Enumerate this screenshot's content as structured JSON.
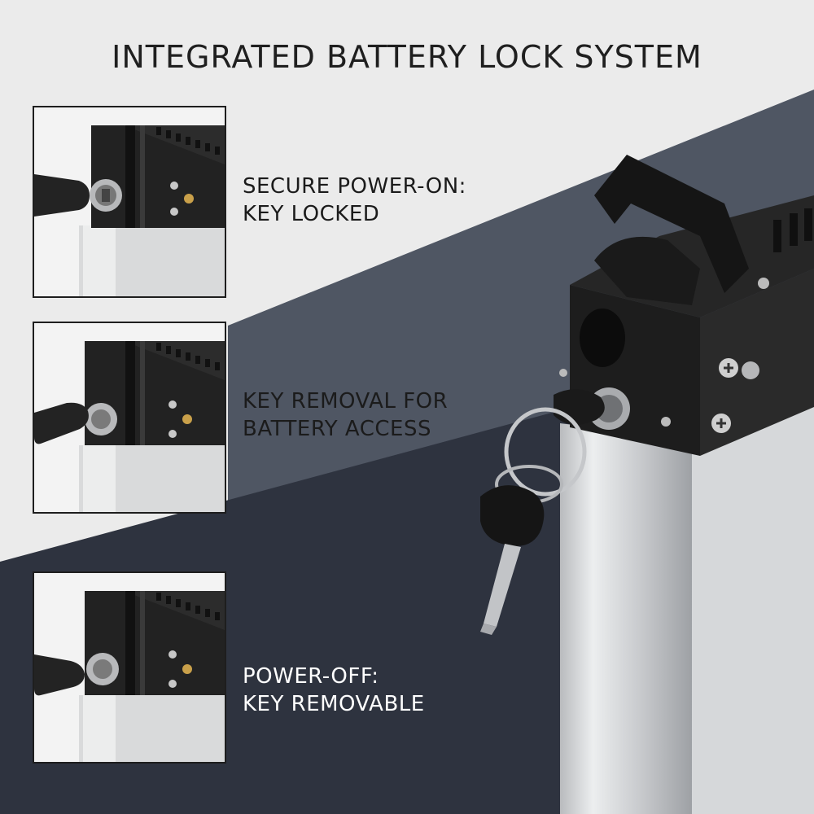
{
  "title": "INTEGRATED BATTERY LOCK SYSTEM",
  "steps": [
    {
      "line1": "SECURE POWER-ON:",
      "line2": "KEY LOCKED",
      "image_icon": "battery-key-locked-icon"
    },
    {
      "line1": "KEY REMOVAL FOR",
      "line2": "BATTERY ACCESS",
      "image_icon": "battery-key-removal-icon"
    },
    {
      "line1": "POWER-OFF:",
      "line2": "KEY REMOVABLE",
      "image_icon": "battery-key-removable-icon"
    }
  ],
  "hero_image_icon": "battery-with-key-icon",
  "colors": {
    "background_light": "#ececec",
    "panel_slate": "#4f5663",
    "panel_navy": "#2f3440",
    "text_dark": "#1b1b1b",
    "text_light": "#ffffff",
    "battery_black": "#1a1a1a",
    "battery_silver": "#cfd1d3",
    "brass": "#c9a04a"
  }
}
